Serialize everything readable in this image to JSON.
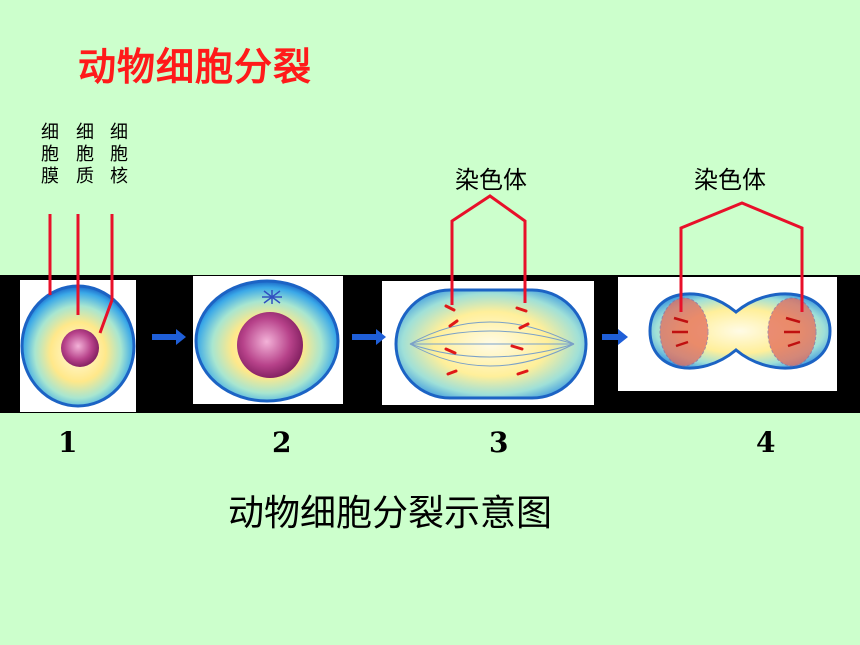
{
  "title": "动物细胞分裂",
  "labels": {
    "membrane": "细胞膜",
    "cytoplasm": "细胞质",
    "nucleus": "细胞核",
    "chromosome_3": "染色体",
    "chromosome_4": "染色体"
  },
  "stages": [
    "1",
    "2",
    "3",
    "4"
  ],
  "caption": "动物细胞分裂示意图",
  "colors": {
    "background": "#ccffcc",
    "title": "#ff1a1a",
    "pointer": "#e8102a",
    "band": "#000000",
    "arrow": "#1f5fd8"
  }
}
